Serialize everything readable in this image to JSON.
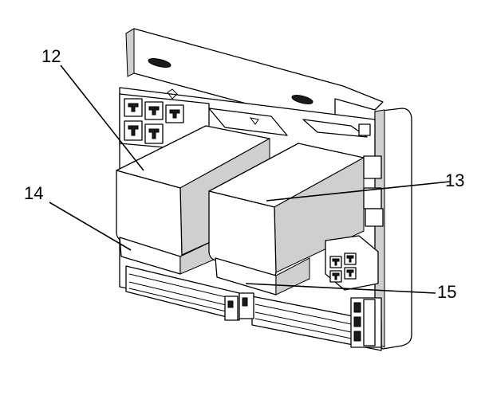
{
  "callouts": {
    "label_12": "12",
    "label_13": "13",
    "label_14": "14",
    "label_15": "15"
  }
}
